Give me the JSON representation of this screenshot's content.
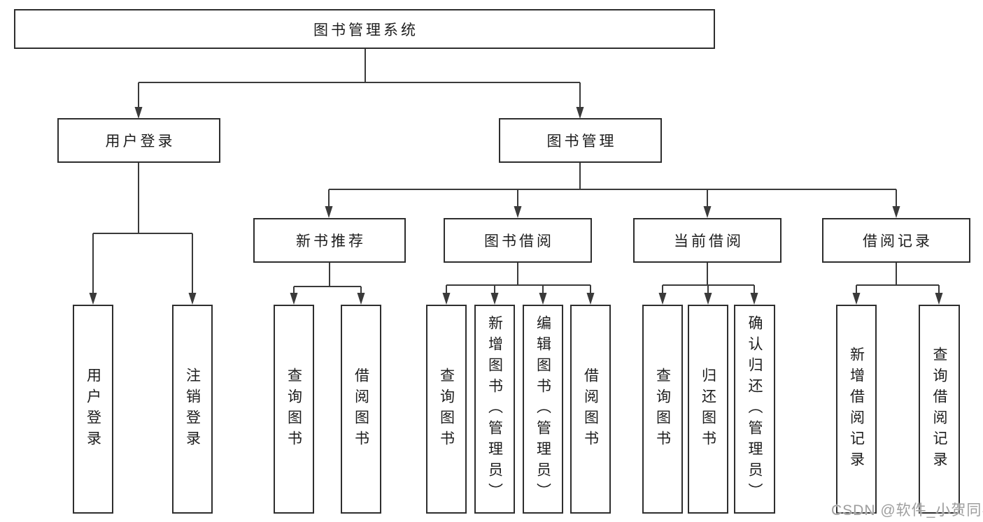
{
  "tree": {
    "label": "图书管理系统",
    "children": [
      {
        "label": "用户登录",
        "children": [
          {
            "label": "用户登录"
          },
          {
            "label": "注销登录"
          }
        ]
      },
      {
        "label": "图书管理",
        "children": [
          {
            "label": "新书推荐",
            "children": [
              {
                "label": "查询图书"
              },
              {
                "label": "借阅图书"
              }
            ]
          },
          {
            "label": "图书借阅",
            "children": [
              {
                "label": "查询图书"
              },
              {
                "label": "新增图书（管理员）"
              },
              {
                "label": "编辑图书（管理员）"
              },
              {
                "label": "借阅图书"
              }
            ]
          },
          {
            "label": "当前借阅",
            "children": [
              {
                "label": "查询图书"
              },
              {
                "label": "归还图书"
              },
              {
                "label": "确认归还（管理员）"
              }
            ]
          },
          {
            "label": "借阅记录",
            "children": [
              {
                "label": "新增借阅记录"
              },
              {
                "label": "查询借阅记录"
              }
            ]
          }
        ]
      }
    ]
  },
  "watermark": {
    "text": "CSDN @软件_小贺同学"
  },
  "colors": {
    "line": "#3a3a3a",
    "box_border": "#2e2e2e",
    "text": "#1d1d1d",
    "watermark": "#969696",
    "background": "#ffffff"
  }
}
